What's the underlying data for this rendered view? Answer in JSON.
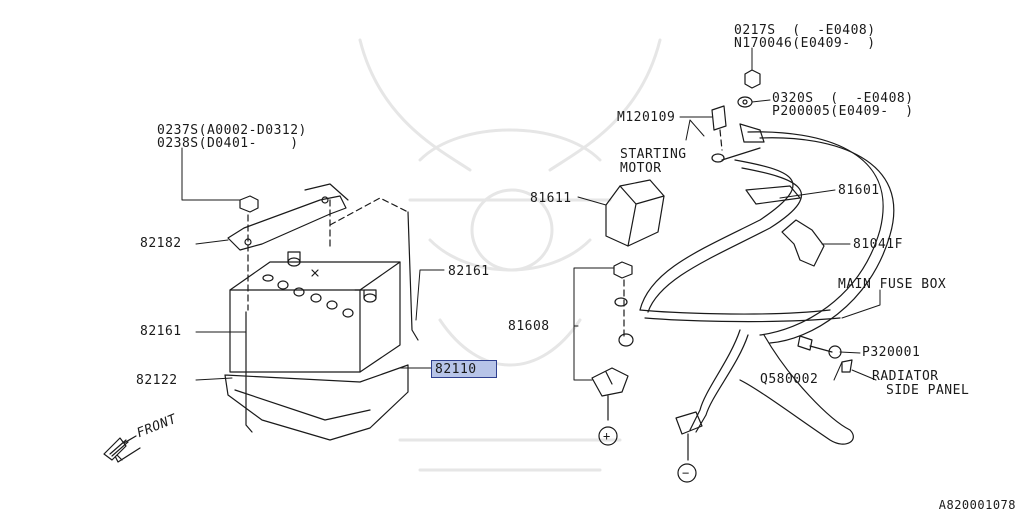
{
  "diagram": {
    "catalog_code": "A820001078",
    "parts": {
      "p82110": "82110",
      "p82182": "82182",
      "p82161_top": "82161",
      "p82161_left": "82161",
      "p82122": "82122",
      "p81611": "81611",
      "p81608": "81608",
      "p81601": "81601",
      "p81041f": "81041F",
      "p320001": "P320001",
      "q580002": "Q580002",
      "m120109": "M120109"
    },
    "refs": {
      "nut_left_a": "0237S(A0002-D0312)",
      "nut_left_b": "0238S(D0401-    )",
      "nut_top_a": "0217S  (  -E0408)",
      "nut_top_b": "N170046(E0409-  )",
      "washer_a": "0320S  (  -E0408)",
      "washer_b": "P200005(E0409-  )"
    },
    "callouts": {
      "starting_motor_1": "STARTING",
      "starting_motor_2": "MOTOR",
      "main_fuse_box": "MAIN FUSE BOX",
      "radiator_1": "RADIATOR",
      "radiator_2": "SIDE PANEL",
      "front": "FRONT",
      "plus": "+",
      "minus": "−"
    },
    "highlight_color": "#b7c4e8"
  }
}
